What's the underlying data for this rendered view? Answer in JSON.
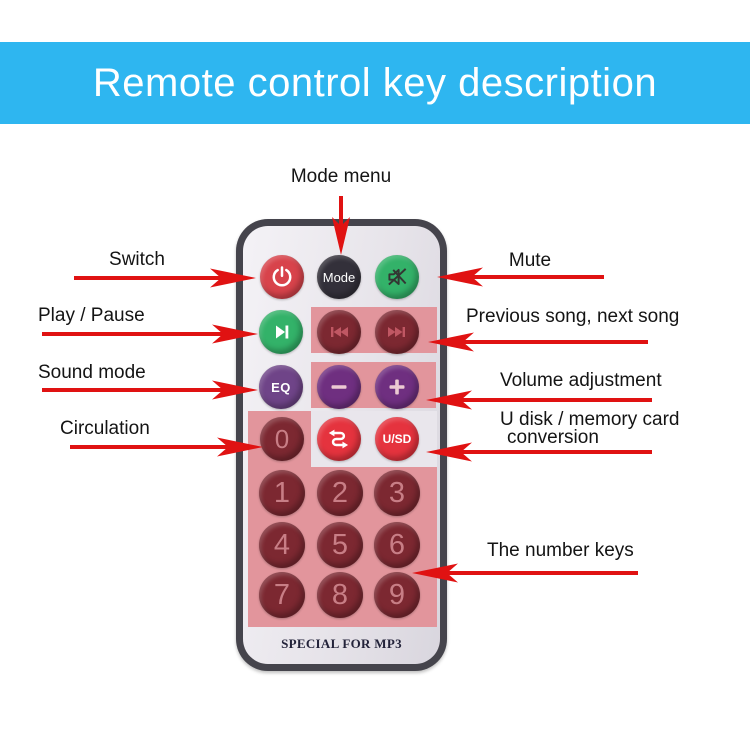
{
  "banner": {
    "title": "Remote control key description",
    "bg_color": "#2eb6f0"
  },
  "annotations": {
    "mode_menu": "Mode menu",
    "switch": "Switch",
    "mute": "Mute",
    "play_pause": "Play / Pause",
    "prev_next": "Previous song, next song",
    "sound_mode": "Sound mode",
    "volume": "Volume adjustment",
    "u_disk_line1": "U disk / memory card",
    "u_disk_line2": "conversion",
    "circulation": "Circulation",
    "number_keys": "The number keys",
    "arrow_color": "#e01212"
  },
  "remote": {
    "footer_text": "SPECIAL FOR MP3",
    "buttons": {
      "mode_label": "Mode",
      "eq_label": "EQ",
      "usd_label": "U/SD",
      "digits": [
        "0",
        "1",
        "2",
        "3",
        "4",
        "5",
        "6",
        "7",
        "8",
        "9"
      ],
      "icons": [
        "power-icon",
        "mute-icon",
        "play-pause-icon",
        "previous-icon",
        "next-icon",
        "minus-icon",
        "plus-icon",
        "loop-icon"
      ]
    },
    "colors": {
      "body_border": "#45444c",
      "face": "#e9e6ec",
      "key_panel": "#e2959c",
      "power": "#d8434b",
      "mode": "#33303a",
      "green": "#33b269",
      "maroon": "#7c2831",
      "purple": "#6f2f80",
      "bright_red": "#e5333e"
    }
  }
}
